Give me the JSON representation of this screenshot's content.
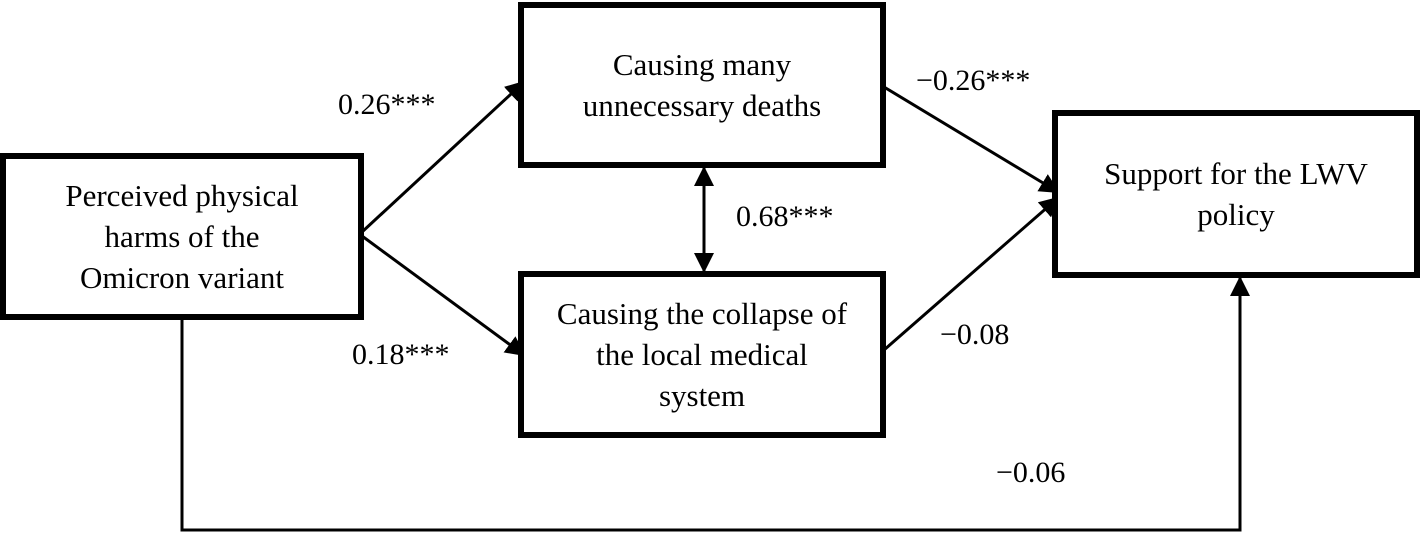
{
  "nodes": {
    "predictor": "Perceived physical harms of the Omicron variant",
    "mediator_deaths": "Causing many unnecessary deaths",
    "mediator_collapse": "Causing the collapse of the local medical system",
    "outcome": "Support for the LWV policy"
  },
  "paths": {
    "predictor_to_deaths": "0.26***",
    "predictor_to_collapse": "0.18***",
    "deaths_collapse_covariance": "0.68***",
    "deaths_to_outcome": "−0.26***",
    "collapse_to_outcome": "−0.08",
    "direct_effect": "−0.06"
  }
}
